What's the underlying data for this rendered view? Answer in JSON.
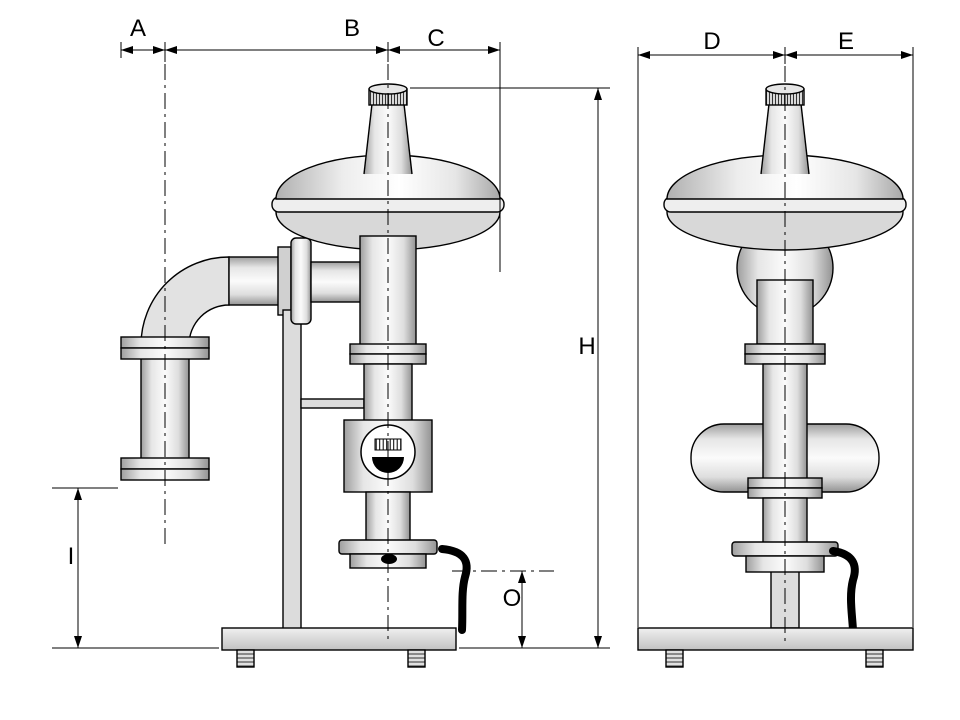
{
  "dimensions": {
    "a": "A",
    "b": "B",
    "c": "C",
    "d": "D",
    "e": "E",
    "h": "H",
    "i": "I",
    "o": "O"
  },
  "colors": {
    "line": "#000000",
    "metal_light": "#fbfbfb",
    "metal_mid": "#d9d9d9",
    "metal_dark": "#9a9a9a",
    "handle": "#000000",
    "background": "#ffffff"
  }
}
